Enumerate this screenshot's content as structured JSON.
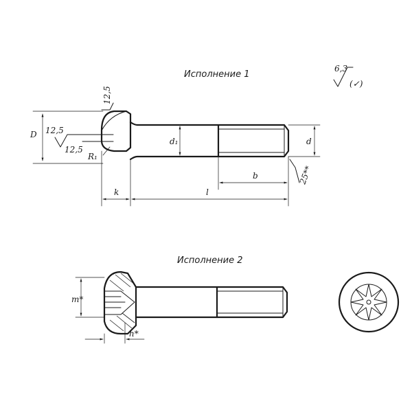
{
  "captions": {
    "variant1": "Исполнение 1",
    "variant2": "Исполнение 2"
  },
  "roughness": {
    "general": "6,3",
    "general_bracket": "(✓)",
    "head_top": "12,5",
    "head_side_a": "12,5",
    "head_side_b": "12,5",
    "thread_end": "25**"
  },
  "dimensions": {
    "D": "D",
    "d1": "d₁",
    "d": "d",
    "R1": "R₁",
    "b": "b",
    "k": "k",
    "l": "l",
    "m": "m*",
    "h": "h*"
  }
}
